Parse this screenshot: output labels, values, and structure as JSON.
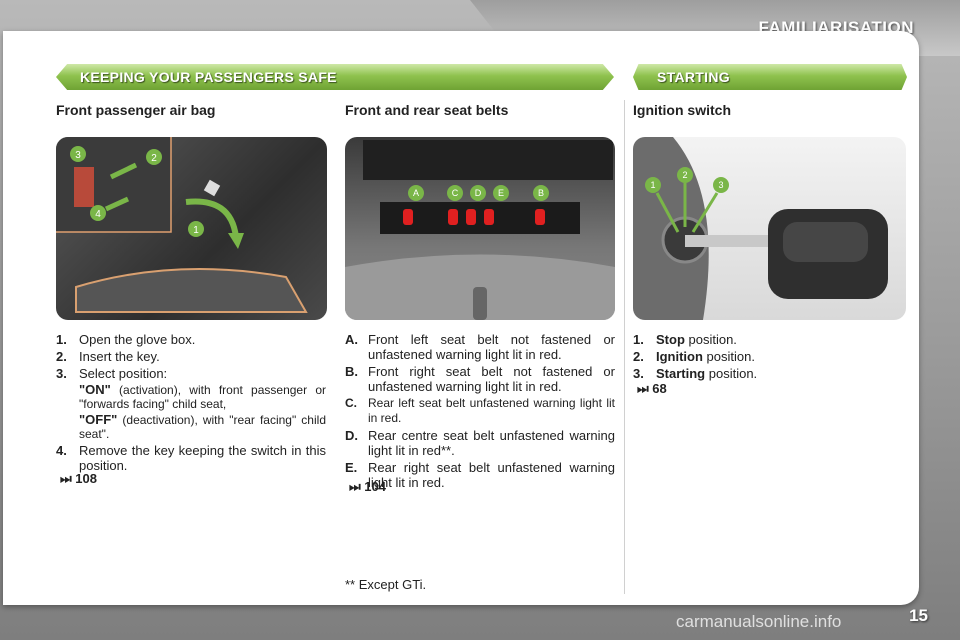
{
  "header": {
    "title": "FAMILIARISATION"
  },
  "banners": {
    "left": "KEEPING YOUR PASSENGERS SAFE",
    "right": "STARTING"
  },
  "airbag": {
    "heading": "Front passenger air bag",
    "steps": [
      {
        "num": "1.",
        "text": "Open the glove box."
      },
      {
        "num": "2.",
        "text": "Insert the key."
      },
      {
        "num": "3.",
        "text": "Select position:"
      },
      {
        "num": "4.",
        "text": "Remove the key keeping the switch in this position."
      }
    ],
    "on_label": "\"ON\"",
    "on_text": " (activation), with front passenger or \"forwards facing\" child seat,",
    "off_label": "\"OFF\"",
    "off_text": " (deactivation), with \"rear facing\" child seat\".",
    "ref": "⏭ 108",
    "photo_labels": [
      "3",
      "2",
      "4",
      "1"
    ]
  },
  "belts": {
    "heading": "Front and rear seat belts",
    "items": [
      {
        "num": "A.",
        "text": "Front left seat belt not fastened or unfastened warning light lit in red."
      },
      {
        "num": "B.",
        "text": "Front right seat belt not fastened or unfastened warning light lit in red."
      },
      {
        "num": "C.",
        "text": "Rear left seat belt unfastened warning light lit in red."
      },
      {
        "num": "D.",
        "text": "Rear centre seat belt unfastened warning light lit in red**."
      },
      {
        "num": "E.",
        "text": "Rear right seat belt unfastened warning light lit in red."
      }
    ],
    "ref": "⏭ 104",
    "footnote": "** Except GTi.",
    "photo_labels": [
      "A",
      "C",
      "D",
      "E",
      "B"
    ]
  },
  "ignition": {
    "heading": "Ignition switch",
    "items": [
      {
        "num": "1.",
        "bold": "Stop",
        "text": " position."
      },
      {
        "num": "2.",
        "bold": "Ignition",
        "text": " position."
      },
      {
        "num": "3.",
        "bold": "Starting",
        "text": " position."
      }
    ],
    "ref": "⏭ 68",
    "photo_labels": [
      "1",
      "2",
      "3"
    ]
  },
  "footer": {
    "page_number": "15",
    "watermark": "carmanualsonline.info"
  },
  "colors": {
    "accent_green": "#8fc24e",
    "label_green": "#7ab648",
    "warning_red": "#e02020"
  }
}
